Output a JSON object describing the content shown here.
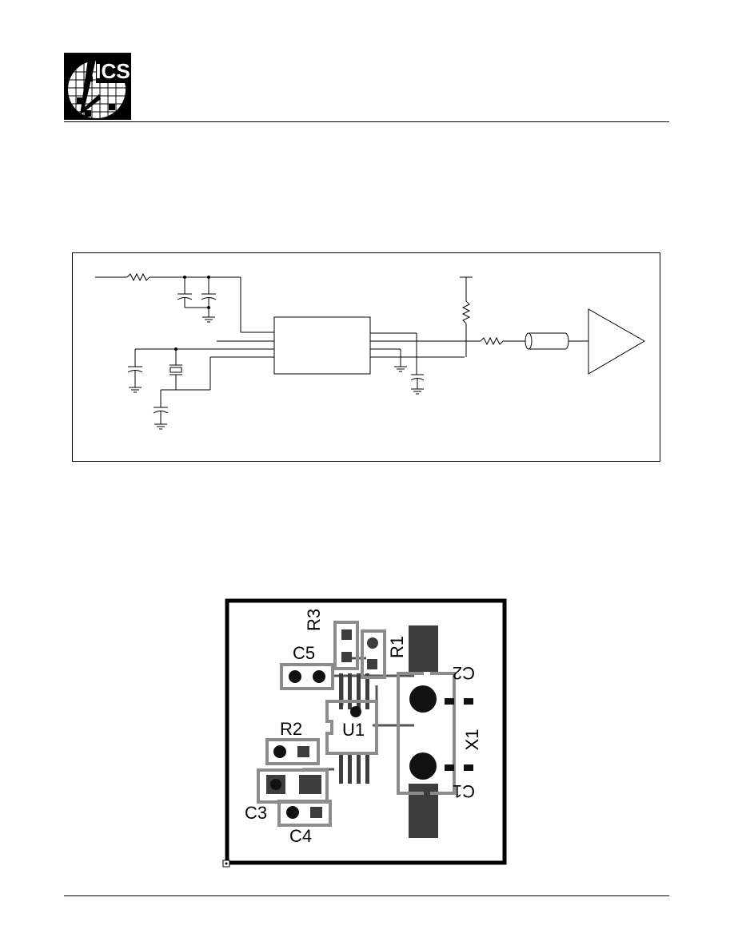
{
  "logo": {
    "text": "ICS"
  },
  "pcb": {
    "labels": {
      "r3": "R3",
      "r1": "R1",
      "c5": "C5",
      "c2": "C2",
      "u1": "U1",
      "x1": "X1",
      "r2": "R2",
      "c1": "C1",
      "c3": "C3",
      "c4": "C4"
    }
  },
  "colors": {
    "outline_gray": "#8c8c8c",
    "pad_dark": "#3d3d3d",
    "pad_black": "#111111",
    "trace_gray": "#555555"
  }
}
